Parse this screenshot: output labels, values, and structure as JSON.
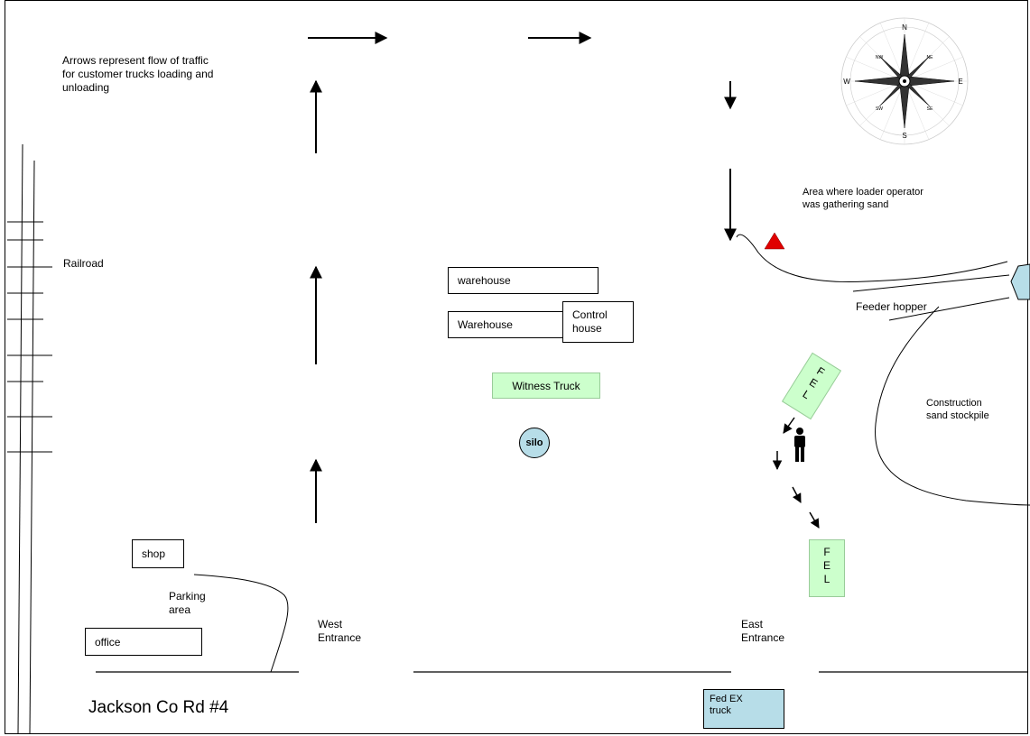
{
  "notes": {
    "traffic": "Arrows represent flow of traffic\nfor customer  trucks loading and\nunloading",
    "loader_area": "Area where loader operator\nwas gathering sand"
  },
  "labels": {
    "railroad": "Railroad",
    "parking": "Parking\narea",
    "west_entrance": "West\nEntrance",
    "east_entrance": "East\nEntrance",
    "feeder_hopper": "Feeder hopper",
    "stockpile": "Construction\nsand stockpile",
    "road": "Jackson Co Rd #4"
  },
  "buildings": {
    "warehouse_top": "warehouse",
    "warehouse_bottom": "Warehouse",
    "control_house": "Control\nhouse",
    "shop": "shop",
    "office": "office",
    "silo": "silo"
  },
  "vehicles": {
    "witness_truck": "Witness Truck",
    "fel_upper": "F\nE\nL",
    "fel_lower": "F\nE\nL",
    "fedex": "Fed EX\ntruck"
  },
  "compass": {
    "n": "N",
    "s": "S",
    "e": "E",
    "w": "W",
    "ne": "NE",
    "nw": "NW",
    "se": "SE",
    "sw": "SW"
  },
  "colors": {
    "vehicle_green": "#ccffcc",
    "silo_blue": "#b7dde8",
    "marker_red": "#e00000"
  },
  "icons": [
    "person-icon",
    "warning-triangle-icon",
    "compass-rose-icon",
    "arrow-icon"
  ]
}
